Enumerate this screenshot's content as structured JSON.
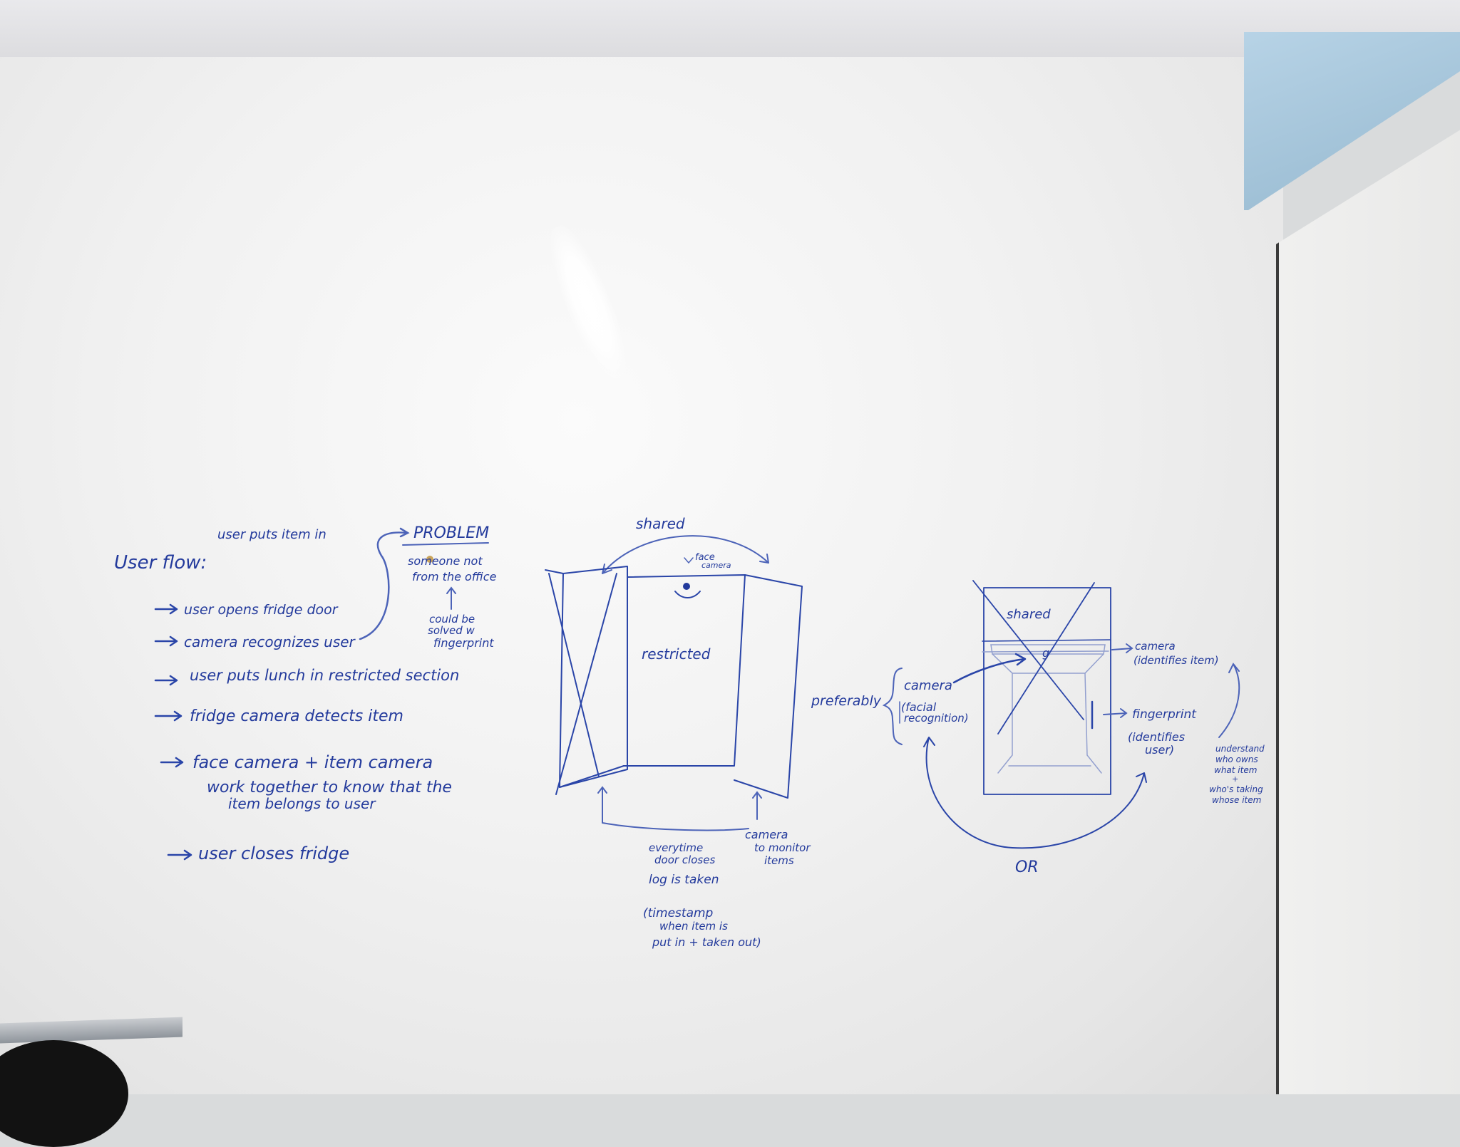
{
  "user_flow": {
    "title": "User flow:",
    "note": "user puts item in",
    "steps": [
      "user opens fridge door",
      "camera recognizes user",
      "user puts lunch in restricted section",
      "fridge camera detects item",
      "face camera + item camera",
      "work together to know that the",
      "item belongs to user",
      "user closes fridge"
    ]
  },
  "problem": {
    "title": "PROBLEM",
    "line1": "someone not",
    "line2": "from the office",
    "sol1": "could be",
    "sol2": "solved w",
    "sol3": "fingerprint"
  },
  "fridge_sketch": {
    "shared": "shared",
    "face_camera_1": "face",
    "face_camera_2": "camera",
    "restricted": "restricted",
    "log1": "everytime",
    "log2": "door closes",
    "log3": "log is taken",
    "ts1": "(timestamp",
    "ts2": "when item is",
    "ts3": "put in + taken out)",
    "cam1": "camera",
    "cam2": "to monitor",
    "cam3": "items"
  },
  "option_sketch": {
    "shared": "shared",
    "preferably": "preferably",
    "camera": "camera",
    "facial1": "(facial",
    "facial2": "recognition)",
    "cam_item1": "camera",
    "cam_item2": "(identifies item)",
    "fp1": "fingerprint",
    "fp2": "(identifies",
    "fp3": "user)",
    "ut1": "understand",
    "ut2": "who owns",
    "ut3": "what item",
    "ut4": "+",
    "ut5": "who's taking",
    "ut6": "whose item",
    "or": "OR"
  }
}
